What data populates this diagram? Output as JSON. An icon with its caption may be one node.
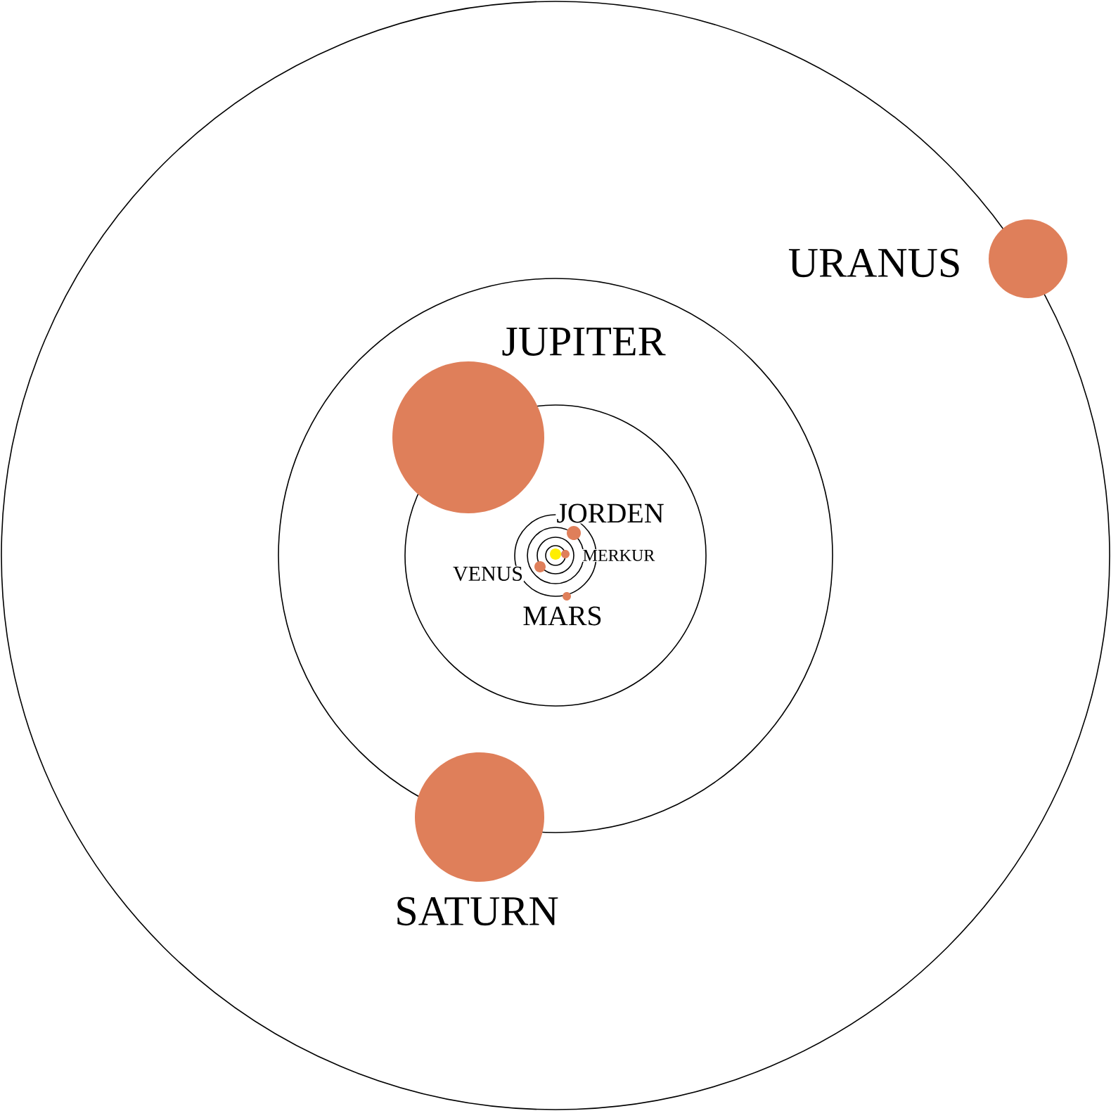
{
  "diagram": {
    "nodes": [
      {
        "text": [],
        "shape": "circle"
      },
      {
        "text": [
          "MERKUR"
        ]
      },
      {
        "text": [
          "VENUS"
        ]
      },
      {
        "text": [
          "JORDEN"
        ]
      },
      {
        "text": [
          "MARS"
        ]
      },
      {
        "text": [
          "JUPITER"
        ]
      },
      {
        "text": [
          "SATURN"
        ]
      },
      {
        "text": [
          "URANUS"
        ]
      }
    ],
    "edges": []
  }
}
